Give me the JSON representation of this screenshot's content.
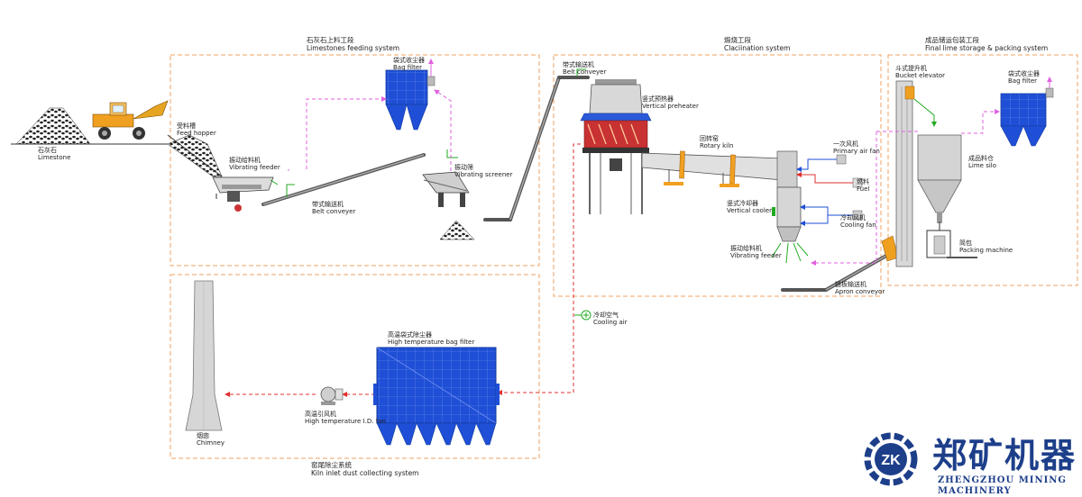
{
  "sections": {
    "feeding": {
      "cn": "石灰石上料工段",
      "en": "Limestones feeding system"
    },
    "calcination": {
      "cn": "煅烧工段",
      "en": "Claciination system"
    },
    "storage": {
      "cn": "成品储运包装工段",
      "en": "Final lime storage & packing system"
    },
    "dust": {
      "cn": "窑尾除尘系统",
      "en": "Kiln inlet dust collecting system"
    }
  },
  "equipment": {
    "limestone": {
      "cn": "石灰石",
      "en": "Limestone"
    },
    "feed_hopper": {
      "cn": "受料槽",
      "en": "Feed hopper"
    },
    "vibrating_feeder_1": {
      "cn": "振动给料机",
      "en": "Vibrating feeder"
    },
    "belt_conveyor_1": {
      "cn": "带式输送机",
      "en": "Belt conveyer"
    },
    "bag_filter_1": {
      "cn": "袋式收尘器",
      "en": "Bag filter"
    },
    "vibrating_screener": {
      "cn": "振动筛",
      "en": "Vibrating screener"
    },
    "belt_conveyor_2": {
      "cn": "带式输送机",
      "en": "Belt conveyer"
    },
    "vertical_preheater": {
      "cn": "竖式预热器",
      "en": "Vertical preheater"
    },
    "rotary_kiln": {
      "cn": "回转窑",
      "en": "Rotary kiln"
    },
    "primary_air_fan": {
      "cn": "一次风机",
      "en": "Primary air fan"
    },
    "fuel": {
      "cn": "燃料",
      "en": "Fuel"
    },
    "vertical_cooler": {
      "cn": "竖式冷却器",
      "en": "Vertical cooler"
    },
    "cooling_fan": {
      "cn": "冷却风机",
      "en": "Cooling fan"
    },
    "vibrating_feeder_2": {
      "cn": "振动给料机",
      "en": "Vibrating feeder"
    },
    "apron_conveyor": {
      "cn": "链板输送机",
      "en": "Apron conveyor"
    },
    "bucket_elevator": {
      "cn": "斗式提升机",
      "en": "Bucket elevator"
    },
    "bag_filter_2": {
      "cn": "袋式收尘器",
      "en": "Bag filter"
    },
    "lime_silo": {
      "cn": "成品料仓",
      "en": "Lime silo"
    },
    "packing_machine": {
      "cn": "简包",
      "en": "Packing machine"
    },
    "cooling_air": {
      "cn": "冷却空气",
      "en": "Cooling air"
    },
    "ht_bag_filter": {
      "cn": "高温袋式除尘器",
      "en": "High temperature bag filter"
    },
    "ht_id_fan": {
      "cn": "高温引风机",
      "en": "High temperature I.D. fan"
    },
    "chimney": {
      "cn": "烟囱",
      "en": "Chimney"
    }
  },
  "brand": {
    "cn": "郑矿机器",
    "en": "ZHENGZHOU MINING MACHINERY",
    "logo_text": "ZK"
  },
  "colors": {
    "equipment_blue": "#1f4fd6",
    "dust_line": "#e060e0",
    "air_line": "#e03030",
    "boundary": "#f0a060",
    "brand_blue": "#1d3f8a",
    "loader_orange": "#f0a020",
    "gray_body": "#c8c8c8"
  }
}
